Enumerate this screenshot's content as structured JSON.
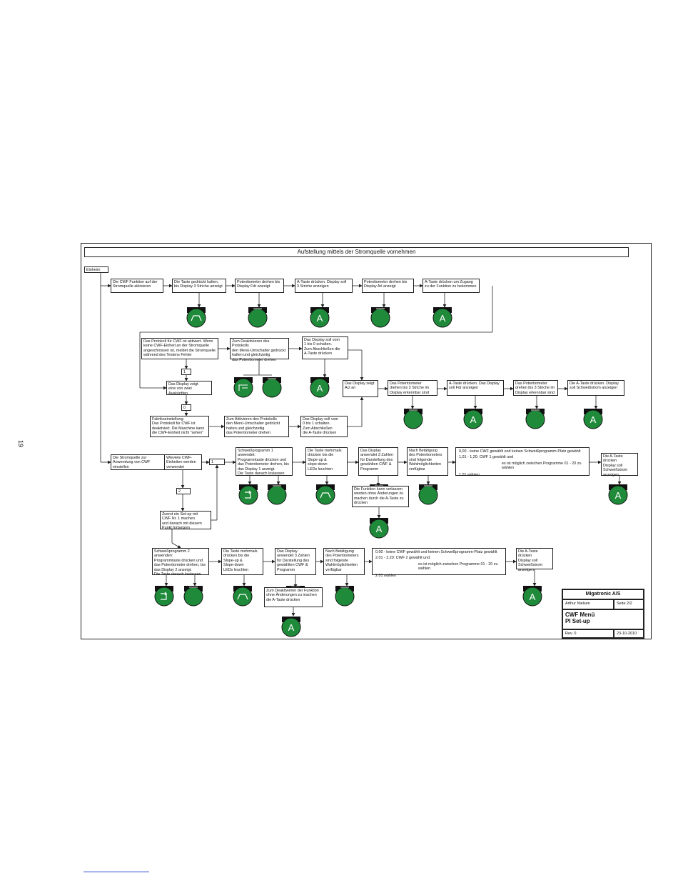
{
  "page_number": "19",
  "title": "Aufstellung mittels der Stromquelle vornehmen",
  "start_label": "Einheim",
  "nodes": {
    "r1": [
      "Die CWF Funktion auf der\nStromquelle aktivieren",
      "Die Taste gedrückt halten,\nbis Display 3 Striche anzeigt",
      "Potentiometer drehen bis\nDisplay Fdr anzeigt",
      "A-Taste drücken. Display soll\n3 Striche anzeigen",
      "Potentiometer drehen bis\nDisplay Arl anzeigt",
      "A-Taste drücken um Zugang\nzu der Funktion zu bekommen"
    ],
    "m_prot": "Das Protokoll für CWF ist aktiviert. Wenn\nkeine CWF-Einheit an der Stromquelle\nangeschlossen ist, meldet die Stromquelle\nwährend des Testens Fehler",
    "m_deakt": "Zum Deaktivieren des Protokolls\nden Menü-Umschalter gedrückt\nhalten und gleichzeitig\ndas Potentiometer drehen",
    "m_disp10": "Das Display soll vom\n1 bis 0 schalten.\nZum Abschließen die\nA-Taste drücken",
    "m_one": "1",
    "m_zwei": "Das Display zeigt\neine von zwei\nAuskünften",
    "m_zero": "0",
    "m_fabrik": "Fabrikseinstellung:\nDas Protokoll für CWF ist\ndeaktiviert. Die Maschine kann\ndie CWF-Einheit nicht \"sehen\"",
    "m_akt": "Zum Aktivieren des Protokolls\nden Menü-Umschalter gedrückt\nhalten und gleichzeitig\ndas Potentiometer drehen",
    "m_disp01": "Das Display soll vom\n0 bis 1 schalten.\nZum Abschließen\ndie A-Taste drücken",
    "m_act": "Das Display zeigt\nAct an",
    "m_r2": [
      "Das Potentiometer\ndrehen bis 3 Striche im\nDisplay erkennbar sind",
      "A-Taste drücken. Das Display\nsoll Fdr anzeigen",
      "Das Potentiometer\ndrehen bis 3 Striche im\nDisplay erkennbar sind",
      "Die A-Taste drücken. Display\nsoll Schweißstrom anzeigen"
    ],
    "b_anw": "Die Stromquelle zur\nAnwendung von CWF\neinstellen",
    "b_wieviele": "Wieviele CWF-\nEinheiten werden\nverwendet",
    "b_one": "1",
    "b_two": "2",
    "b_setup": "Zuerst ein Set-up mit\nCWF Nr. 1 machen\nund danach mit diesem\nPunkt fortsetzen",
    "p1": [
      "Schweißprogramm 1 anwendet:\nProgrammtaste drücken und\ndas Potentiometer drehen, bis\ndas Display 1 anzeigt.\nDie Taste danach loslassen",
      "Die Taste mehrmals\ndrücken bis die\nSlope-up &\nslope-down\nLEDs leuchten",
      "Das Display\nanwendet 3 Zahlen\nfür Darstellung des\ngewählten CWF &\nProgramm",
      "Nach Betätigung\ndes Potentiometers\nsind folgende\nWahlmöglichkeiten\nverfügbar"
    ],
    "p1_options": [
      "0,00 - keine CWF gewählt und keinen Schweißprogramm-Platz gewählt",
      "1,01 - 1,20: CWF 1 gewählt und",
      "es ist möglich zwischen Programme 01 - 20 zu wählen",
      "1.01 wählen"
    ],
    "p1_end": "Die A-Taste drücken\nDisplay soll\nSchweißstrom\nanzeigen",
    "p1_funk": "Die Funktion kann verlassen\nwerden ohne Änderungen zu\nmachen durch die A-Taste zu\ndrücken",
    "p2": [
      "Schweißprogramm 2 anwenden:\nProgrammtaste drücken und\ndas Potentiometer drehen, bis\ndas Display 2 anzeigt.\nDie Taste danach loslassen",
      "Die Taste mehrmals\ndrücken bis die\nSlope-up &\nSlope-down\nLEDs leuchten",
      "Das Display\nanwendet 3 Zahlen\nfür Darstellung des\ngewählten CWF &\nProgramm",
      "Nach Betätigung\ndes Potentiometers\nsind folgende\nWahlmöglichkeiten\nverfügbar"
    ],
    "p2_options": [
      "0,00 - keine CWF gewählt und keinen Schweißprogramm-Platz gewählt",
      "2.01 - 2.20: CWF 2 gewählt und",
      "es ist möglich zwischen Programme 01 - 20 zu wählen",
      "2.01 wählen"
    ],
    "p2_end": "Die A-Taste drücken\nDisplay soll\nSchweißstrom\nanzeigen",
    "p2_deakt": "Zum Deaktivieren der Funktion\nohne Änderungen zu machen\ndie A-Taste drücken"
  },
  "button_letter": "A",
  "titleblock": {
    "company": "Migatronic A/S",
    "author": "Arthur Nielsen",
    "sheet": "Seite 2/2",
    "doc_title_1": "CWF Menü",
    "doc_title_2": "PI Set-up",
    "rev": "Rev. 0",
    "date": "23-10-2010"
  },
  "colors": {
    "button_green": "#1f8a3a",
    "button_dark": "#111111",
    "line": "#222222",
    "page_link": "#2a4bd1"
  }
}
